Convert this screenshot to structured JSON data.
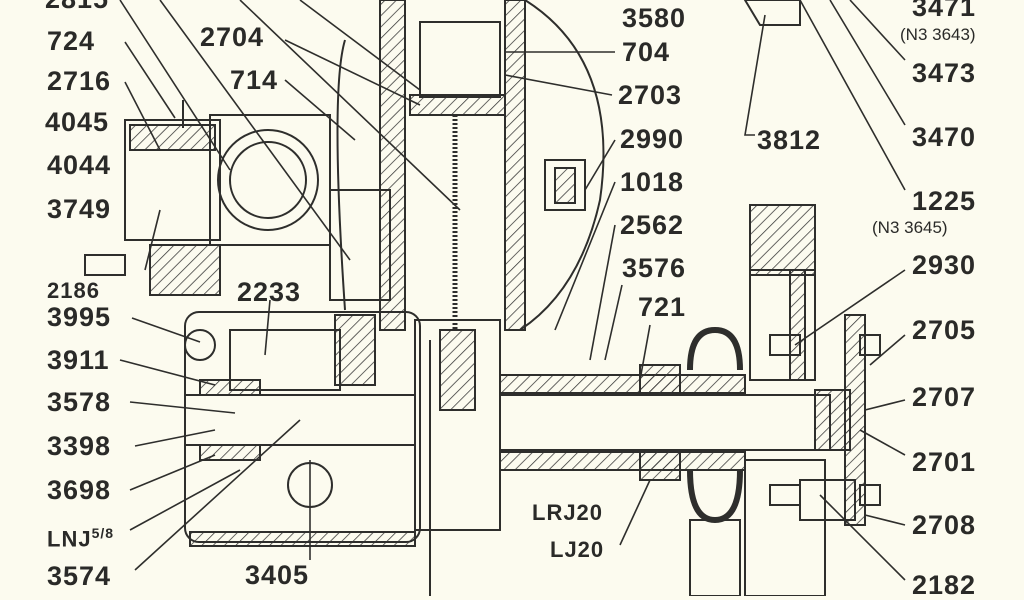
{
  "labels": {
    "l2815": "2815",
    "l724": "724",
    "l2716": "2716",
    "l4045": "4045",
    "l4044": "4044",
    "l3749": "3749",
    "l2186": "2186",
    "l3995": "3995",
    "l3911": "3911",
    "l3578": "3578",
    "l3398": "3398",
    "l3698": "3698",
    "lLNJ": "LNJ",
    "lLNJsup": "5/8",
    "l3574": "3574",
    "l2704": "2704",
    "l714": "714",
    "l2233": "2233",
    "l3405": "3405",
    "l3580": "3580",
    "l704": "704",
    "l2703": "2703",
    "l2990": "2990",
    "l1018": "1018",
    "l2562": "2562",
    "l3576": "3576",
    "l721": "721",
    "lLRJ20": "LRJ20",
    "lLJ20": "LJ20",
    "l3812": "3812",
    "l3471": "3471",
    "l3471n": "(N3 3643)",
    "l3473": "3473",
    "l3470": "3470",
    "l1225": "1225",
    "l1225n": "(N3 3645)",
    "l2930": "2930",
    "l2705": "2705",
    "l2707": "2707",
    "l2701": "2701",
    "l2708": "2708",
    "l2182": "2182"
  },
  "colors": {
    "background": "#fcfbef",
    "ink": "#2a2a28"
  }
}
